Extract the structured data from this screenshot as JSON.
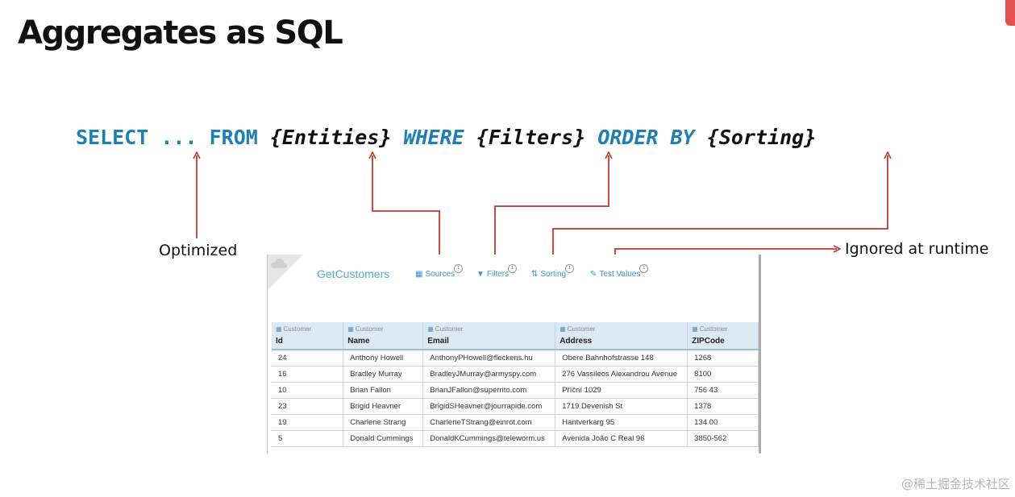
{
  "slide": {
    "title": "Aggregates as SQL"
  },
  "sql": {
    "select": "SELECT",
    "dots": "...",
    "from": "FROM",
    "entities": "{Entities}",
    "where": "WHERE",
    "filters": "{Filters}",
    "order_by": "ORDER BY",
    "sorting": "{Sorting}"
  },
  "callouts": {
    "optimized": "Optimized",
    "ignored": "Ignored at runtime"
  },
  "designer": {
    "aggregate_name": "GetCustomers",
    "toolbar": [
      {
        "label": "Sources",
        "icon": "table-icon",
        "count": "1"
      },
      {
        "label": "Filters",
        "icon": "filter-icon",
        "count": "1"
      },
      {
        "label": "Sorting",
        "icon": "sort-icon",
        "count": "1"
      },
      {
        "label": "Test Values",
        "icon": "edit-icon",
        "count": "1"
      }
    ],
    "columns": [
      {
        "entity": "Customer",
        "attribute": "Id"
      },
      {
        "entity": "Customer",
        "attribute": "Name"
      },
      {
        "entity": "Customer",
        "attribute": "Email"
      },
      {
        "entity": "Customer",
        "attribute": "Address"
      },
      {
        "entity": "Customer",
        "attribute": "ZIPCode"
      }
    ],
    "rows": [
      [
        "24",
        "Anthony Howell",
        "AnthonyPHowell@fleckens.hu",
        "Obere Bahnhofstrasse 148",
        "1268"
      ],
      [
        "16",
        "Bradley Murray",
        "BradleyJMurray@armyspy.com",
        "276 Vassileos Alexandrou Avenue",
        "8100"
      ],
      [
        "10",
        "Brian Fallon",
        "BrianJFallon@superrito.com",
        "Příční 1029",
        "756 43"
      ],
      [
        "23",
        "Brigid Heavner",
        "BrigidSHeavner@jourrapide.com",
        "1719 Devenish St",
        "1378"
      ],
      [
        "19",
        "Charlene Strang",
        "CharleneTStrang@einrot.com",
        "Hantverkarg 95",
        "134 00"
      ],
      [
        "5",
        "Donald Cummings",
        "DonaldKCummings@teleworm.us",
        "Avenida João C Real 96",
        "3850-562"
      ]
    ]
  },
  "watermark": "@稀土掘金技术社区",
  "colors": {
    "keyword": "#1f7fb3",
    "arrow": "#c0392b",
    "header_bg": "#dbe9f4",
    "link": "#3d8ecf"
  }
}
